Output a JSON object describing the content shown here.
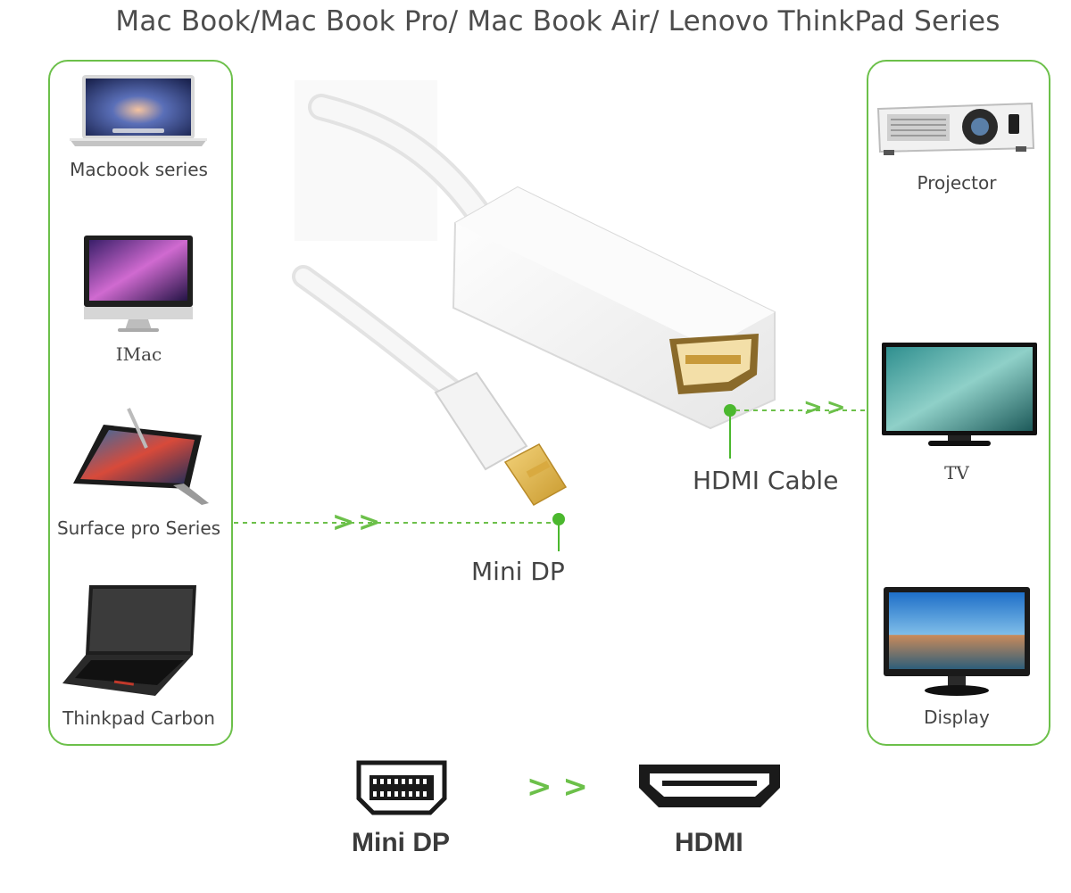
{
  "title": "Mac Book/Mac Book Pro/ Mac Book Air/ Lenovo ThinkPad Series",
  "colors": {
    "accent": "#6cc04a",
    "text": "#444444",
    "cable": "#f2f2f2",
    "connector_gold": "#e0b84a"
  },
  "left_devices": [
    {
      "label": "Macbook series",
      "icon": "laptop-icon"
    },
    {
      "label": "IMac",
      "icon": "imac-icon"
    },
    {
      "label": "Surface pro Series",
      "icon": "tablet-icon"
    },
    {
      "label": "Thinkpad Carbon",
      "icon": "thinkpad-icon"
    }
  ],
  "right_devices": [
    {
      "label": "Projector",
      "icon": "projector-icon"
    },
    {
      "label": "TV",
      "icon": "tv-icon"
    },
    {
      "label": "Display",
      "icon": "monitor-icon"
    }
  ],
  "callouts": {
    "mini_dp": "Mini DP",
    "hdmi_cable": "HDMI Cable"
  },
  "arrow_glyph": ">>",
  "bottom": {
    "left_label": "Mini DP",
    "right_label": "HDMI",
    "arrow": "> >"
  }
}
